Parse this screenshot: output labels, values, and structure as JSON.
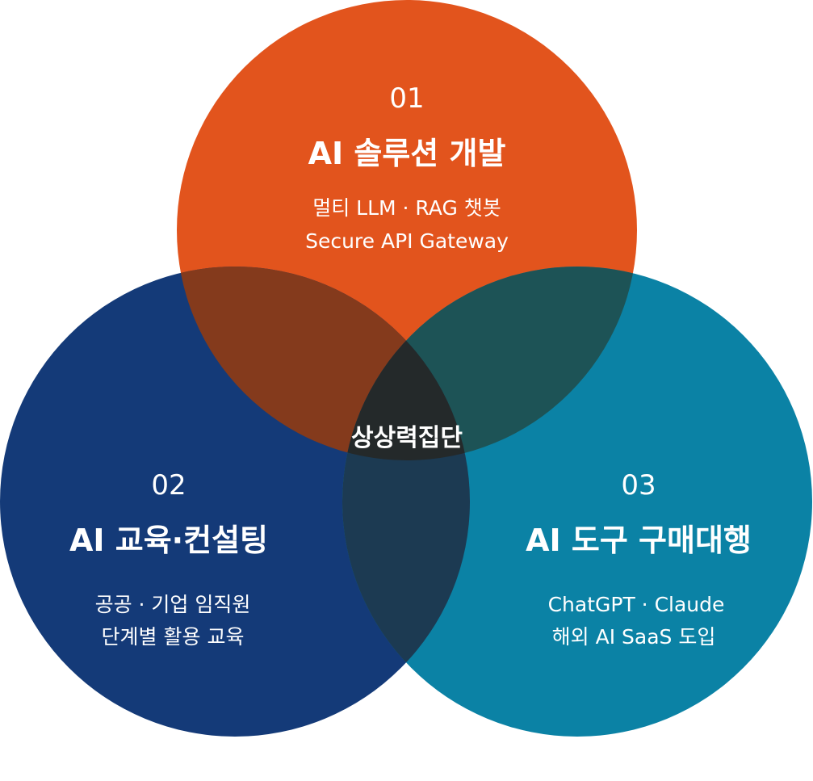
{
  "center": {
    "label": "상상력집단",
    "color": "#24292a"
  },
  "circles": [
    {
      "number": "01",
      "title": "AI 솔루션 개발",
      "lines": [
        "멀티 LLM · RAG 챗봇",
        "Secure API Gateway"
      ],
      "color": "#e2541d"
    },
    {
      "number": "02",
      "title": "AI 교육·컨설팅",
      "lines": [
        "공공 · 기업 임직원",
        "단계별 활용 교육"
      ],
      "color": "#143a78"
    },
    {
      "number": "03",
      "title": "AI 도구 구매대행",
      "lines": [
        "ChatGPT · Claude",
        "해외 AI SaaS 도입"
      ],
      "color": "#0b82a5"
    }
  ],
  "overlaps": {
    "top_left": "#843a1c",
    "top_right": "#1d5356",
    "bottom": "#1c3a52"
  }
}
